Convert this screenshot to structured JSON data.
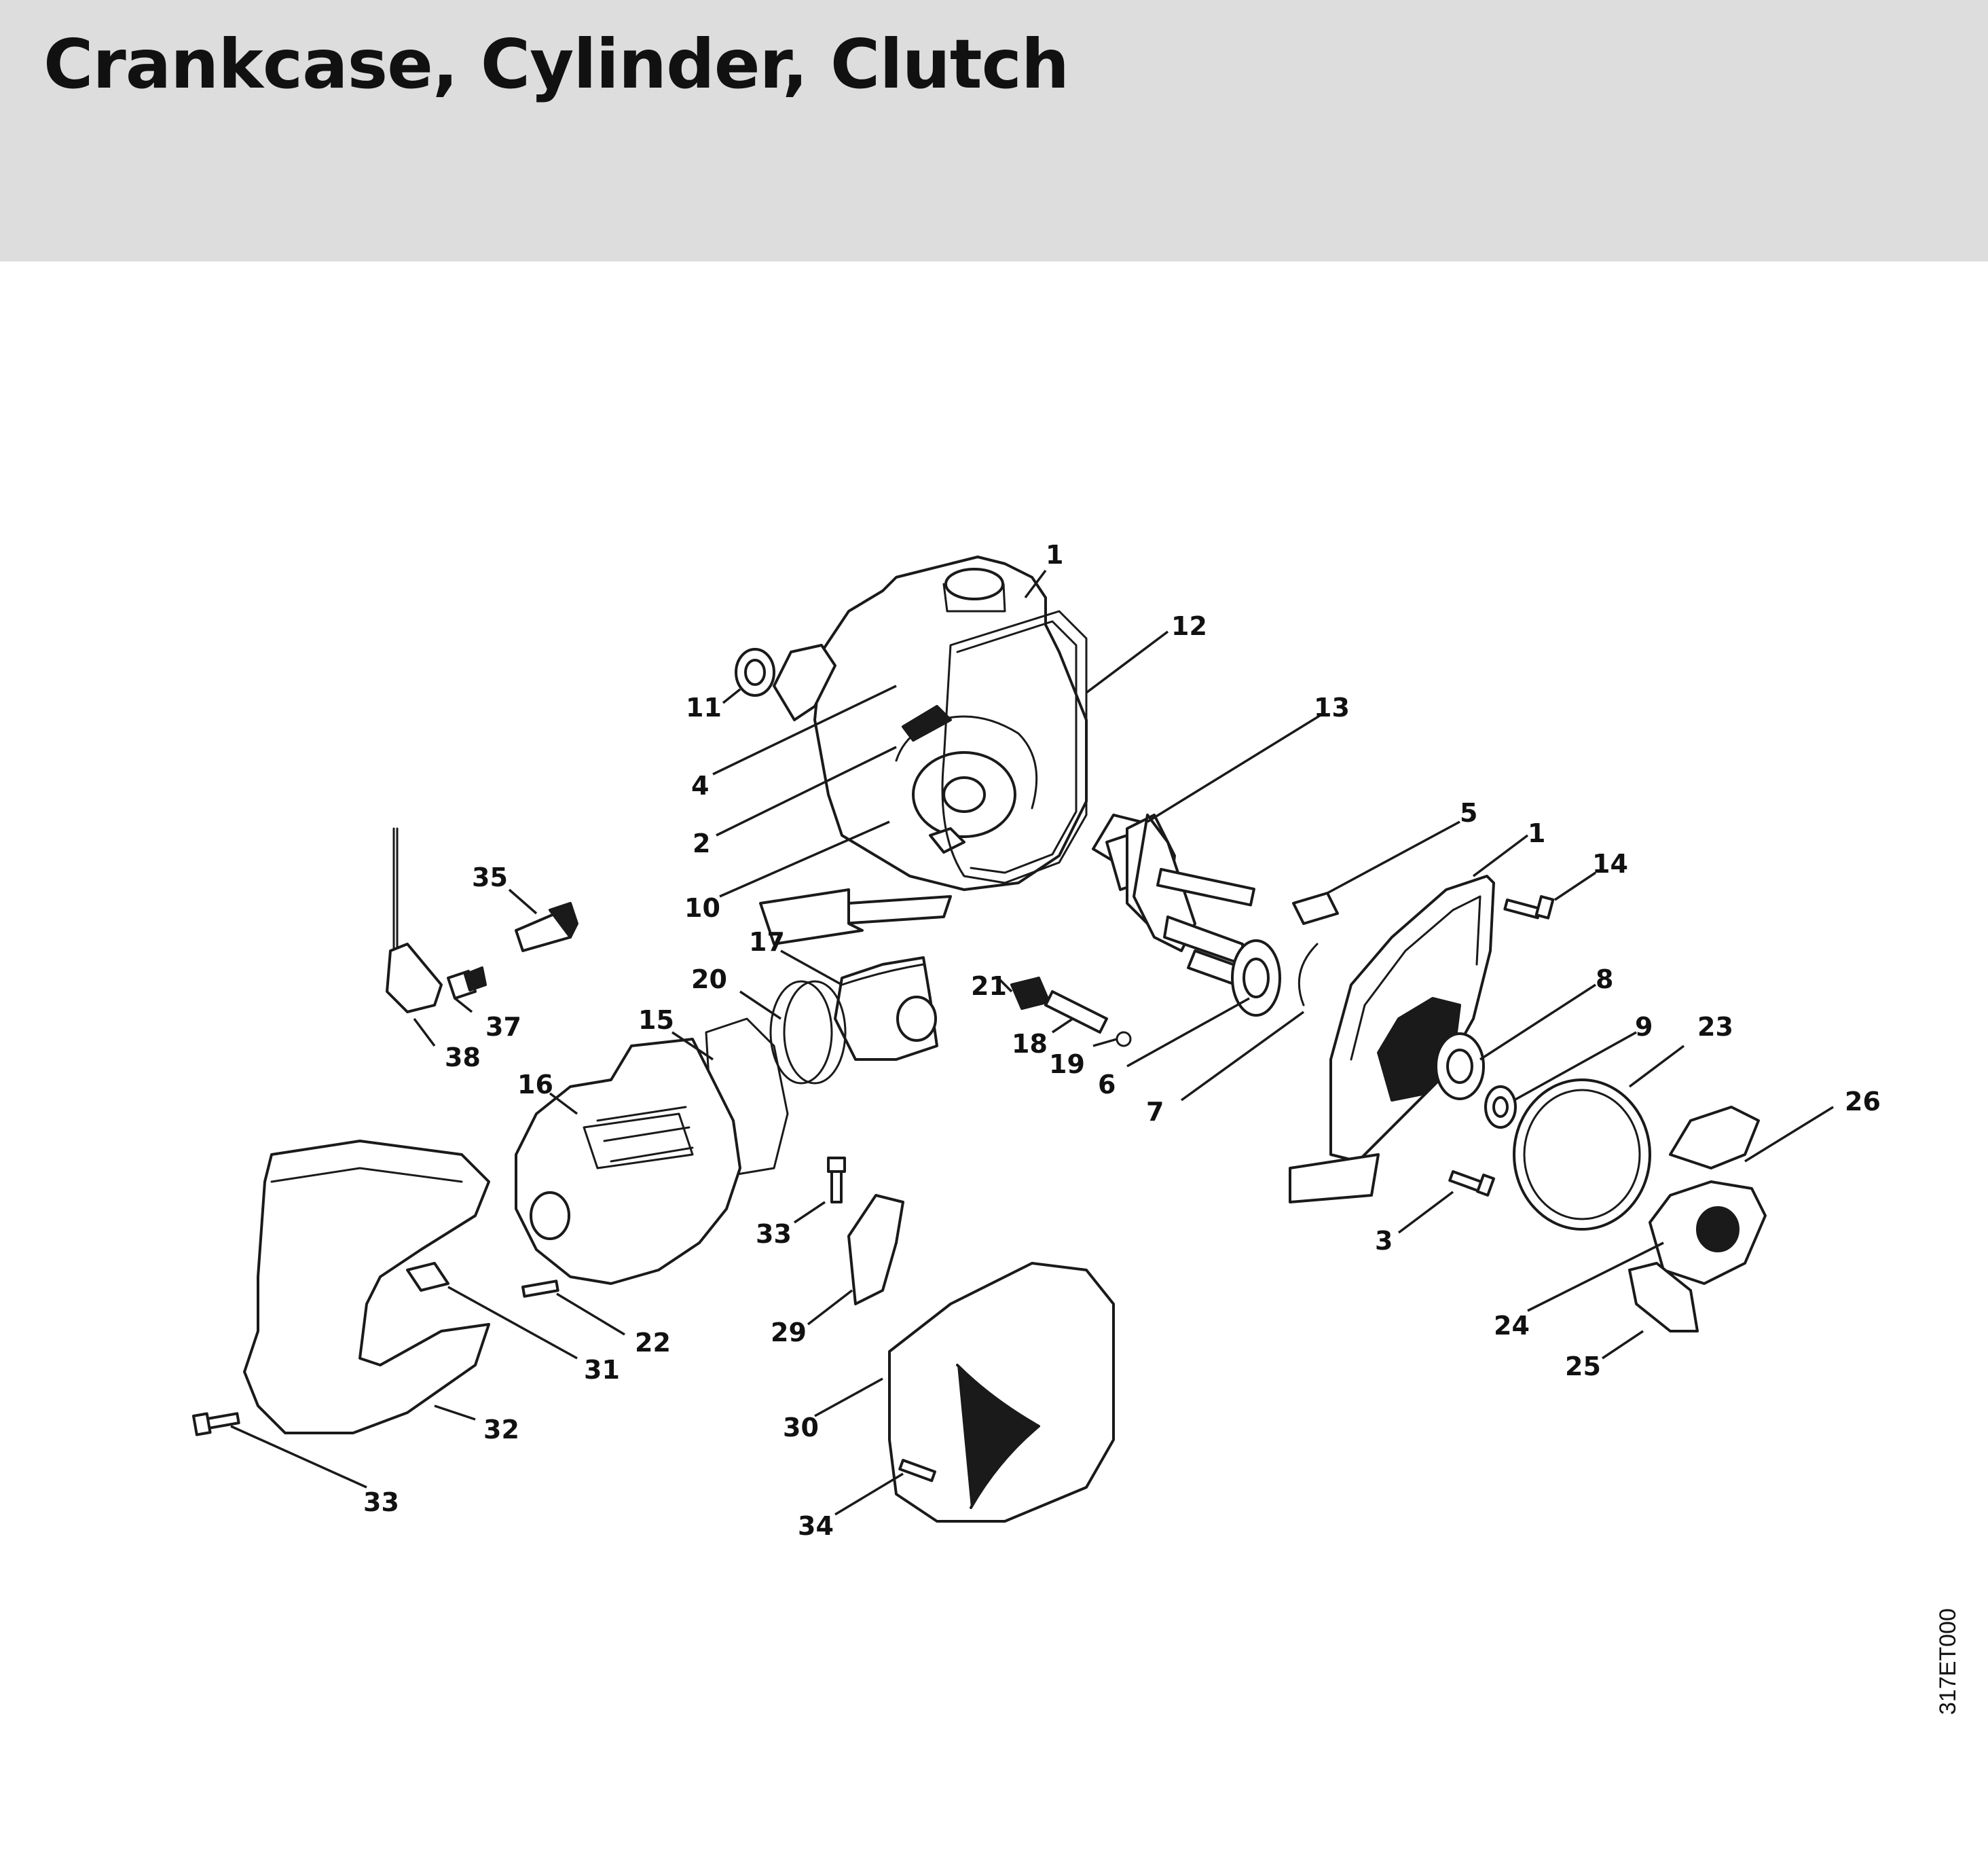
{
  "header": {
    "title": "Crankcase, Cylinder, Clutch",
    "background": "#dcdddc"
  },
  "diagram": {
    "ref_code": "317ET000",
    "callouts": [
      "1",
      "12",
      "11",
      "4",
      "2",
      "13",
      "10",
      "5",
      "1",
      "14",
      "35",
      "17",
      "20",
      "21",
      "18",
      "19",
      "15",
      "37",
      "38",
      "6",
      "7",
      "8",
      "9",
      "23",
      "16",
      "26",
      "33",
      "3",
      "29",
      "24",
      "22",
      "31",
      "25",
      "32",
      "30",
      "33",
      "34"
    ]
  }
}
